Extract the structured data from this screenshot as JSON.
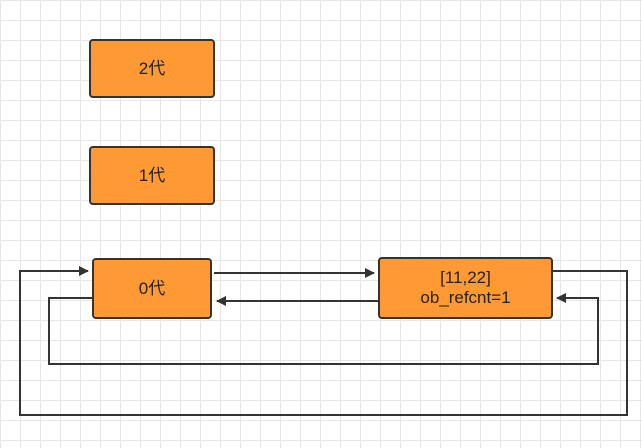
{
  "generations": [
    {
      "id": "gen2",
      "label": "2代"
    },
    {
      "id": "gen1",
      "label": "1代"
    },
    {
      "id": "gen0",
      "label": "0代"
    }
  ],
  "object": {
    "value": "[11,22]",
    "refcount": "ob_refcnt=1"
  },
  "colors": {
    "node_fill": "#ff9933",
    "node_border": "#333333",
    "edge": "#333333",
    "grid": "#e6e6e6"
  }
}
